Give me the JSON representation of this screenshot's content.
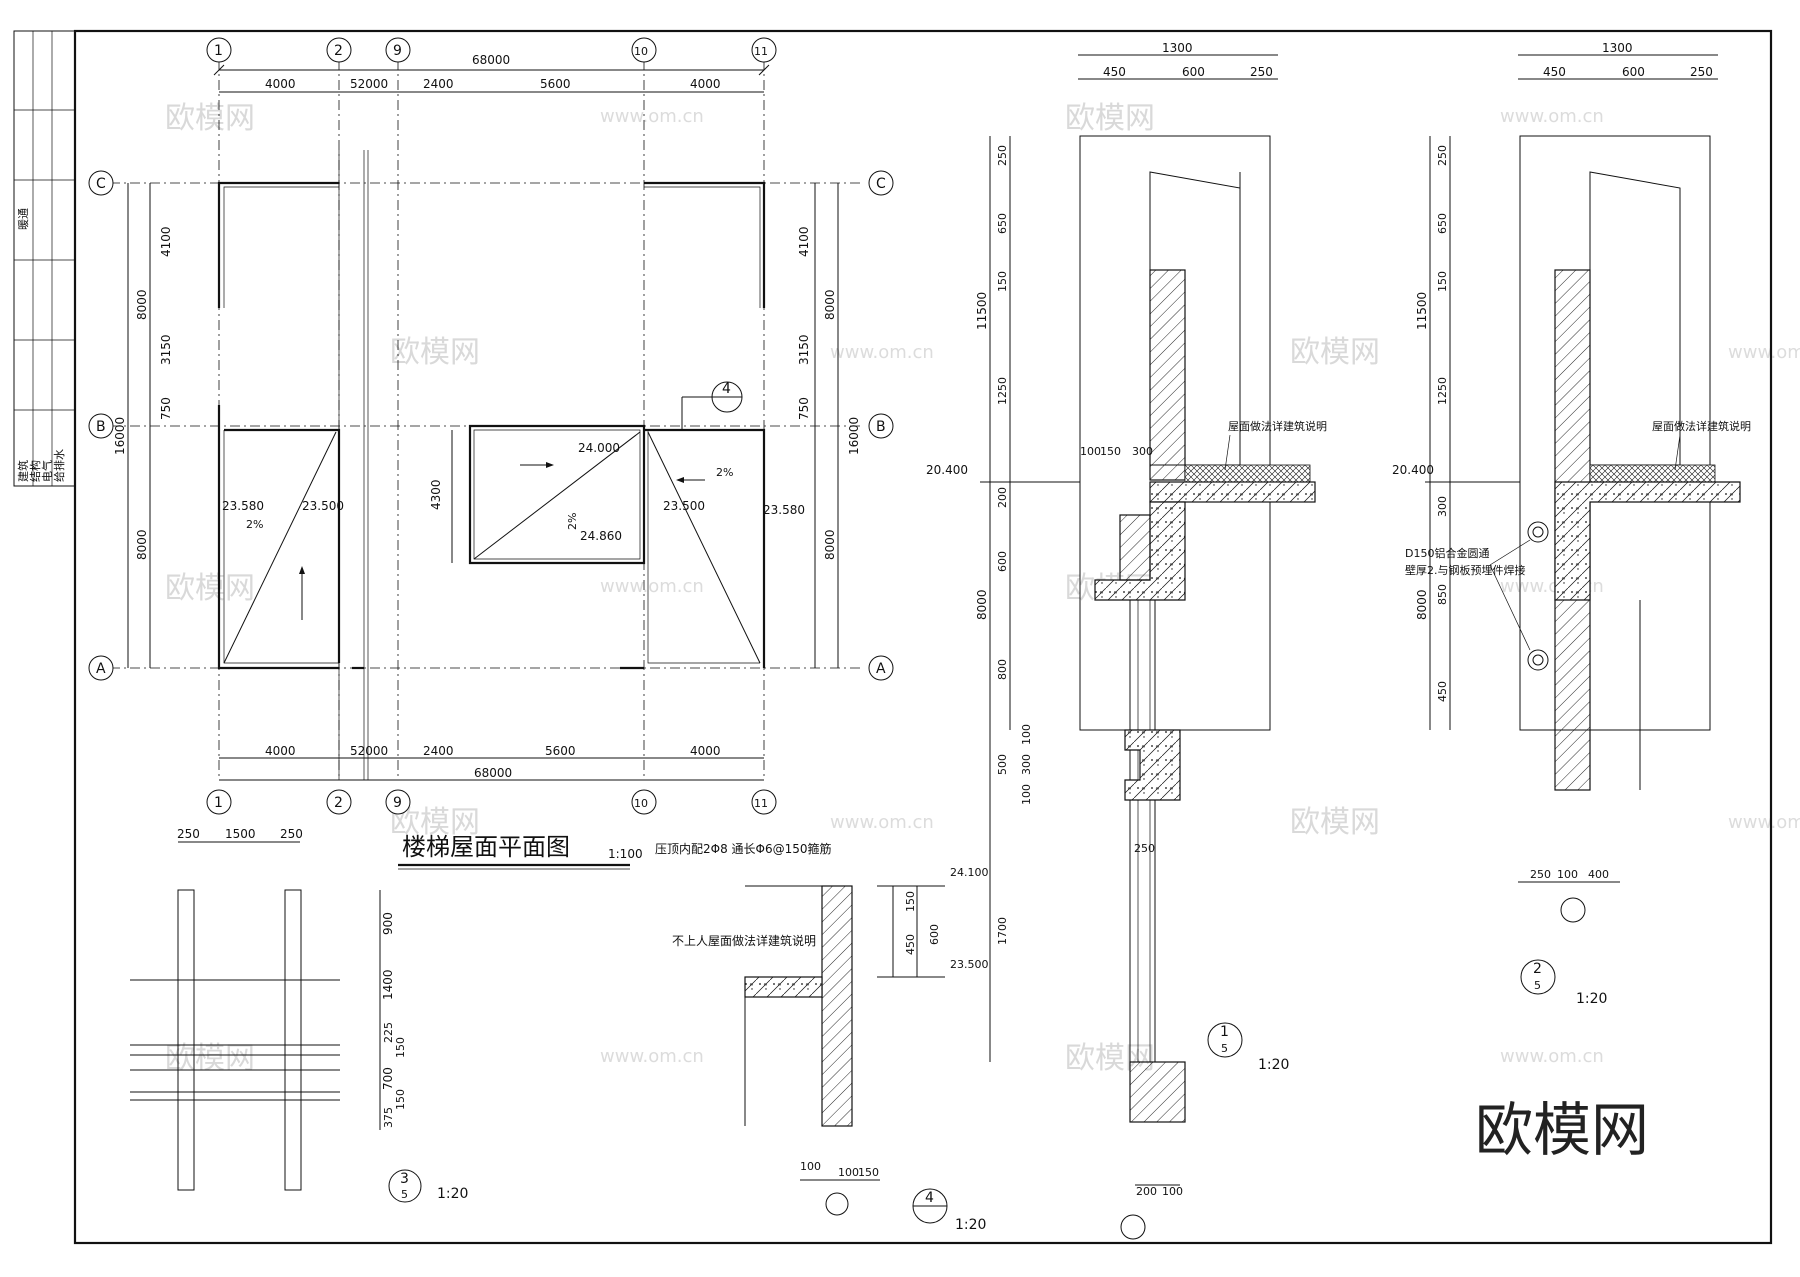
{
  "title_block": {
    "discipline_top": "暖通",
    "disciplines": [
      "建筑",
      "结构",
      "电气",
      "给排水"
    ]
  },
  "plan": {
    "title": "楼梯屋面平面图",
    "scale": "1:100",
    "grid_cols": [
      "1",
      "2",
      "9",
      "10",
      "11"
    ],
    "grid_rows": [
      "C",
      "B",
      "A"
    ],
    "top_total": "68000",
    "top_dims": [
      "4000",
      "52000",
      "2400",
      "5600",
      "4000"
    ],
    "bottom_total": "68000",
    "bottom_dims": [
      "4000",
      "52000",
      "2400",
      "5600",
      "4000"
    ],
    "left_total": "16000",
    "left_dims": [
      "4100",
      "8000",
      "3150",
      "750",
      "8000"
    ],
    "right_total": "16000",
    "right_dims": [
      "4100",
      "8000",
      "3150",
      "750",
      "8000"
    ],
    "inner_dim": "4300",
    "elevations": [
      "23.580",
      "23.500",
      "24.000",
      "24.860",
      "23.500",
      "23.580"
    ],
    "slopes": [
      "2%",
      "2%",
      "2%"
    ],
    "section_mark": "4"
  },
  "detail_1": {
    "label": "1",
    "sheet": "5",
    "scale": "1:20",
    "top_total": "1300",
    "top_dims": [
      "450",
      "600",
      "250"
    ],
    "left_total_upper": "11500",
    "left_total_lower": "8000",
    "left_dims": [
      "250",
      "650",
      "150",
      "1250",
      "200",
      "600",
      "800",
      "500",
      "300",
      "100",
      "100",
      "1700"
    ],
    "inner_dims": [
      "100",
      "150",
      "300"
    ],
    "elevation": "20.400",
    "note": "屋面做法详建筑说明",
    "mid_dim": "250",
    "bottom_dims": [
      "200",
      "100"
    ]
  },
  "detail_2": {
    "label": "2",
    "sheet": "5",
    "scale": "1:20",
    "top_total": "1300",
    "top_dims": [
      "450",
      "600",
      "250"
    ],
    "left_total_upper": "11500",
    "left_total_lower": "8000",
    "left_dims": [
      "250",
      "650",
      "150",
      "1250",
      "300",
      "850",
      "450"
    ],
    "elevation": "20.400",
    "note": "屋面做法详建筑说明",
    "pipe_note_1": "D150铝合金圆通",
    "pipe_note_2": "壁厚2.与钢板预埋件焊接",
    "bottom_dims": [
      "250",
      "100",
      "400"
    ]
  },
  "detail_3": {
    "label": "3",
    "sheet": "5",
    "scale": "1:20",
    "top_dims": [
      "250",
      "1500",
      "250"
    ],
    "right_dims": [
      "900",
      "1400",
      "225",
      "150",
      "700",
      "150",
      "375"
    ]
  },
  "detail_4": {
    "label": "4",
    "scale": "1:20",
    "note_top": "压顶内配2Φ8 通长Φ6@150箍筋",
    "note_mid": "不上人屋面做法详建筑说明",
    "elev_top": "24.100",
    "elev_bottom": "23.500",
    "right_dims": [
      "150",
      "450",
      "600"
    ],
    "bottom_dims": [
      "100",
      "100",
      "150"
    ]
  },
  "watermark": {
    "brand": "欧模网",
    "url": "www.om.cn"
  }
}
